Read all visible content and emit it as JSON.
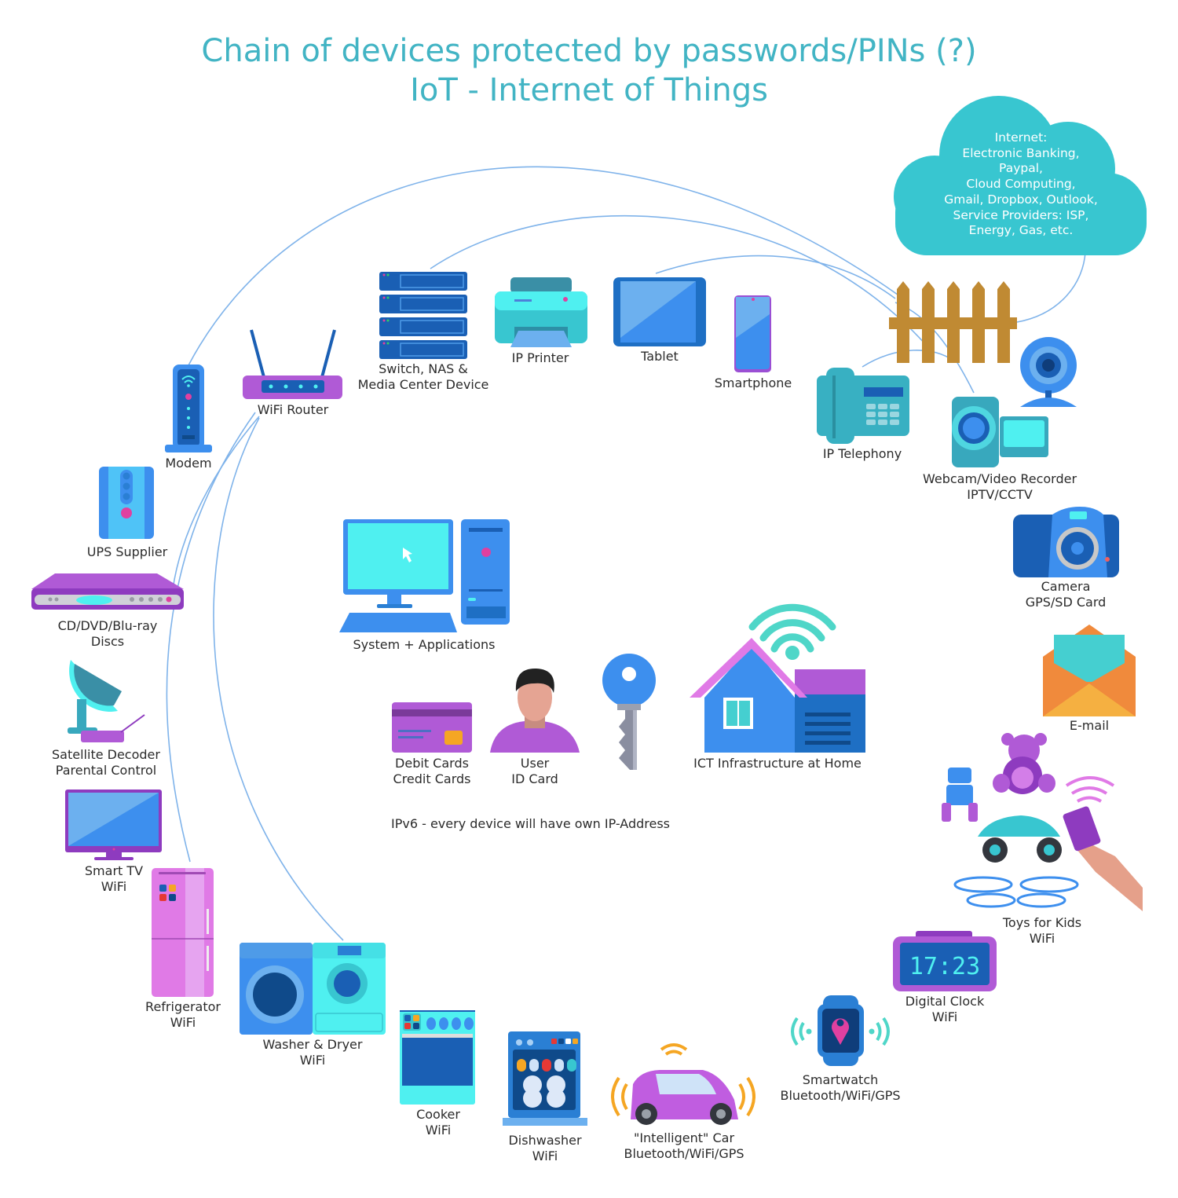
{
  "title": {
    "line1": "Chain of devices protected by passwords/PINs (?)",
    "line2": "IoT - Internet of Things"
  },
  "cloud": {
    "icon": "cloud-icon",
    "lines": [
      "Internet:",
      "Electronic Banking,",
      "Paypal,",
      "Cloud Computing,",
      "Gmail, Dropbox, Outlook,",
      "Service Providers: ISP,",
      "Energy, Gas, etc."
    ]
  },
  "colors": {
    "title": "#42b4c4",
    "cloud": "#38c6d0",
    "connector": "#7fb3ea",
    "fence": "#c08a33"
  },
  "devices": {
    "switch": {
      "icon": "server-rack-icon",
      "lines": [
        "Switch, NAS &",
        "Media Center Device"
      ]
    },
    "printer": {
      "icon": "printer-icon",
      "lines": [
        "IP Printer"
      ]
    },
    "tablet": {
      "icon": "tablet-icon",
      "lines": [
        "Tablet"
      ]
    },
    "smartphone": {
      "icon": "smartphone-icon",
      "lines": [
        "Smartphone"
      ]
    },
    "router": {
      "icon": "wifi-router-icon",
      "lines": [
        "WiFi Router"
      ]
    },
    "modem": {
      "icon": "modem-icon",
      "lines": [
        "Modem"
      ]
    },
    "ups": {
      "icon": "ups-icon",
      "lines": [
        "UPS Supplier"
      ]
    },
    "disc": {
      "icon": "disc-player-icon",
      "lines": [
        "CD/DVD/Blu-ray",
        "Discs"
      ]
    },
    "satellite": {
      "icon": "satellite-dish-icon",
      "lines": [
        "Satellite Decoder",
        "Parental Control"
      ]
    },
    "tv": {
      "icon": "smart-tv-icon",
      "lines": [
        "Smart TV",
        "WiFi"
      ]
    },
    "fridge": {
      "icon": "refrigerator-icon",
      "lines": [
        "Refrigerator",
        "WiFi"
      ]
    },
    "washer": {
      "icon": "washer-dryer-icon",
      "lines": [
        "Washer & Dryer",
        "WiFi"
      ]
    },
    "cooker": {
      "icon": "cooker-icon",
      "lines": [
        "Cooker",
        "WiFi"
      ]
    },
    "dishwasher": {
      "icon": "dishwasher-icon",
      "lines": [
        "Dishwasher",
        "WiFi"
      ]
    },
    "car": {
      "icon": "car-icon",
      "lines": [
        "\"Intelligent\" Car",
        "Bluetooth/WiFi/GPS"
      ]
    },
    "watch": {
      "icon": "smartwatch-icon",
      "lines": [
        "Smartwatch",
        "Bluetooth/WiFi/GPS"
      ]
    },
    "clock": {
      "icon": "digital-clock-icon",
      "lines": [
        "Digital Clock",
        "WiFi"
      ],
      "display": "17:23"
    },
    "toys": {
      "icon": "toys-icon",
      "lines": [
        "Toys for Kids",
        "WiFi"
      ]
    },
    "email": {
      "icon": "email-icon",
      "lines": [
        "E-mail"
      ]
    },
    "camera": {
      "icon": "camera-icon",
      "lines": [
        "Camera",
        "GPS/SD Card"
      ]
    },
    "webcam": {
      "icon": "webcam-icon",
      "lines": [
        "Webcam/Video Recorder",
        "IPTV/CCTV"
      ]
    },
    "telephony": {
      "icon": "ip-phone-icon",
      "lines": [
        "IP Telephony"
      ]
    },
    "firewall": {
      "icon": "fence-firewall-icon",
      "lines": []
    },
    "computer": {
      "icon": "desktop-computer-icon",
      "lines": [
        "System + Applications"
      ]
    },
    "cards": {
      "icon": "credit-card-icon",
      "lines": [
        "Debit Cards",
        "Credit Cards"
      ]
    },
    "user": {
      "icon": "user-avatar-icon",
      "lines": [
        "User",
        "ID Card"
      ]
    },
    "key": {
      "icon": "key-icon",
      "lines": []
    },
    "home": {
      "icon": "smart-home-icon",
      "lines": [
        "ICT Infrastructure at Home"
      ]
    }
  },
  "note": "IPv6 - every device will have own IP-Address"
}
